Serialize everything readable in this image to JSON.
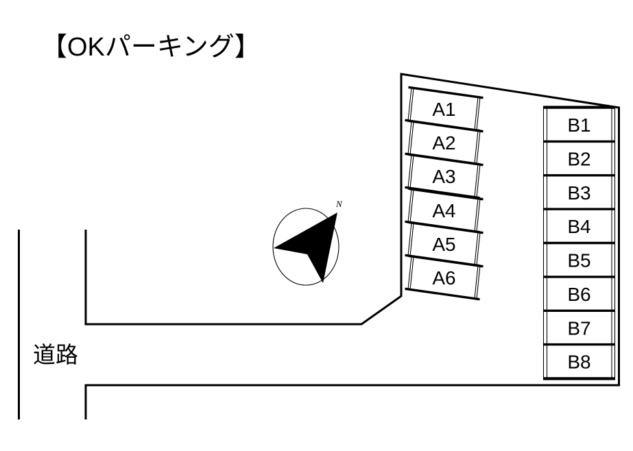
{
  "page": {
    "title": "【OKパーキング】",
    "bg_color": "#ffffff",
    "line_color": "#000000"
  },
  "road": {
    "label": "道路"
  },
  "compass": {
    "label": "N"
  },
  "zones": {
    "a": [
      "A1",
      "A2",
      "A3",
      "A4",
      "A5",
      "A6"
    ],
    "b": [
      "B1",
      "B2",
      "B3",
      "B4",
      "B5",
      "B6",
      "B7",
      "B8"
    ]
  }
}
